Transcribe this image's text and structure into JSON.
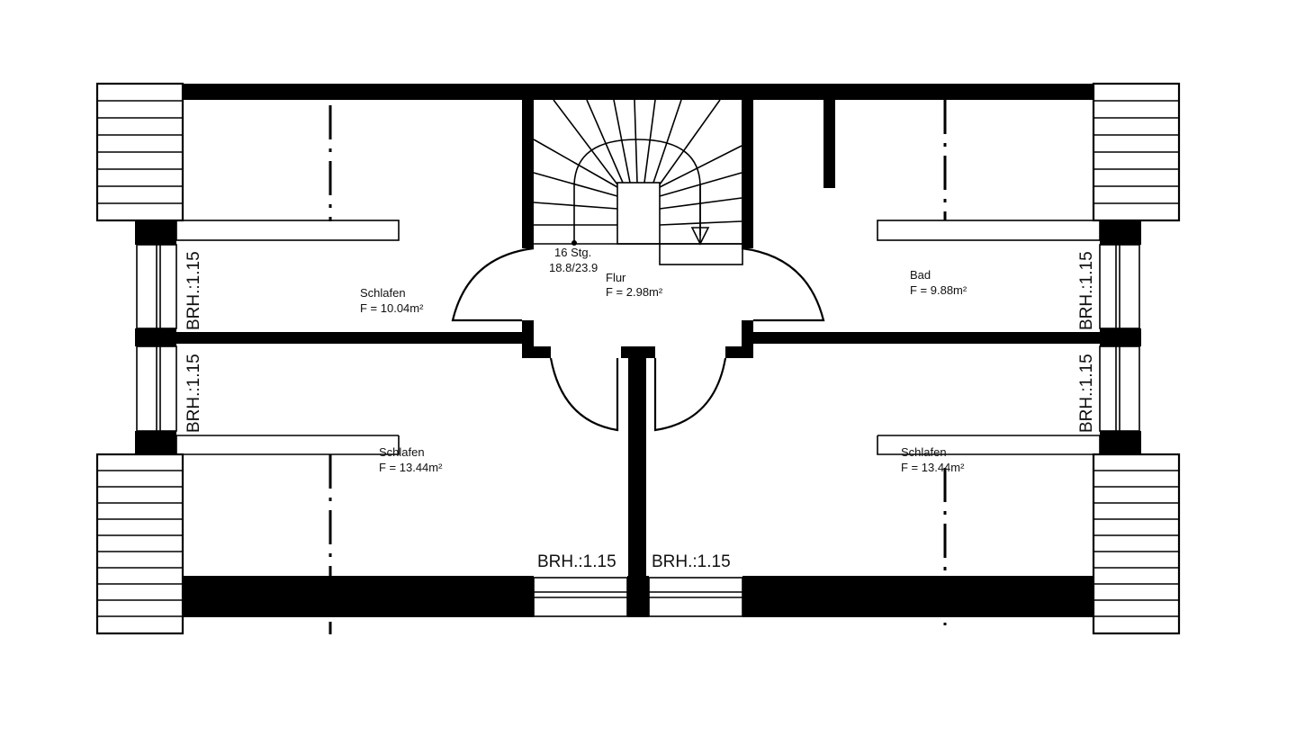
{
  "rooms": [
    {
      "name": "Schlafen",
      "area": "F = 10.04m²"
    },
    {
      "name": "Flur",
      "area": "F = 2.98m²"
    },
    {
      "name": "Bad",
      "area": "F = 9.88m²"
    },
    {
      "name": "Schlafen",
      "area": "F = 13.44m²"
    },
    {
      "name": "Schlafen",
      "area": "F = 13.44m²"
    }
  ],
  "stairs": {
    "steps": "16 Stg.",
    "ratio": "18.8/23.9"
  },
  "sill_height_label": "BRH.:1.15",
  "colors": {
    "wall": "#000000",
    "background": "#ffffff"
  }
}
